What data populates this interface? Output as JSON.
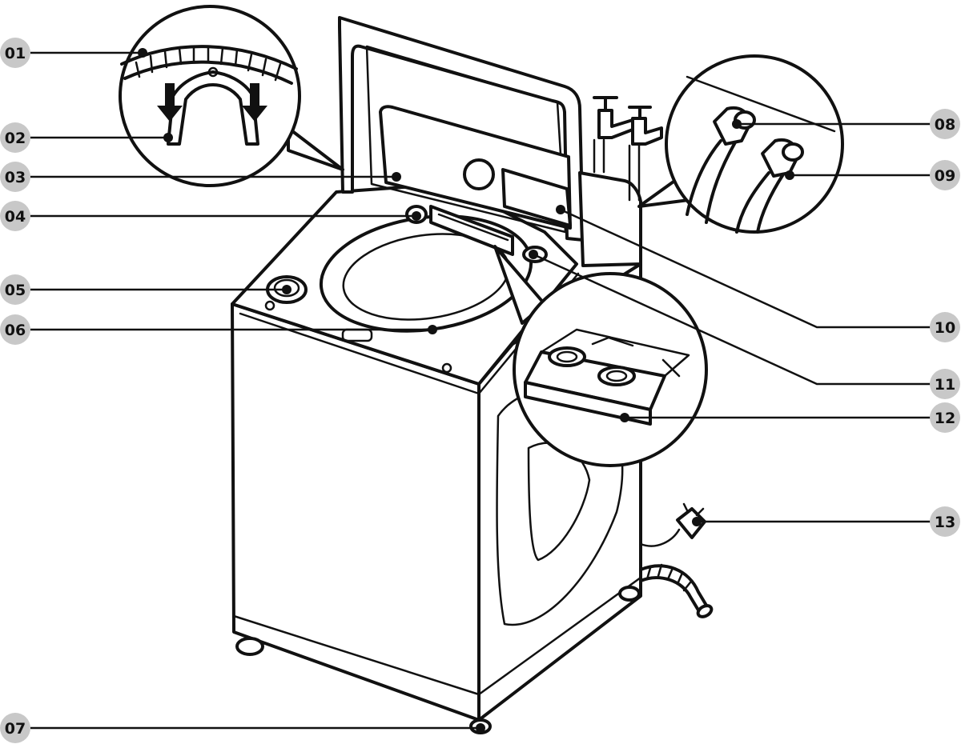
{
  "colors": {
    "line": "#111111",
    "badge": "#c8c8c8",
    "background": "#ffffff"
  },
  "callouts": [
    {
      "id": "01",
      "side": "left"
    },
    {
      "id": "02",
      "side": "left"
    },
    {
      "id": "03",
      "side": "left"
    },
    {
      "id": "04",
      "side": "left"
    },
    {
      "id": "05",
      "side": "left"
    },
    {
      "id": "06",
      "side": "left"
    },
    {
      "id": "07",
      "side": "left"
    },
    {
      "id": "08",
      "side": "right"
    },
    {
      "id": "09",
      "side": "right"
    },
    {
      "id": "10",
      "side": "right"
    },
    {
      "id": "11",
      "side": "right"
    },
    {
      "id": "12",
      "side": "right"
    },
    {
      "id": "13",
      "side": "right"
    }
  ]
}
